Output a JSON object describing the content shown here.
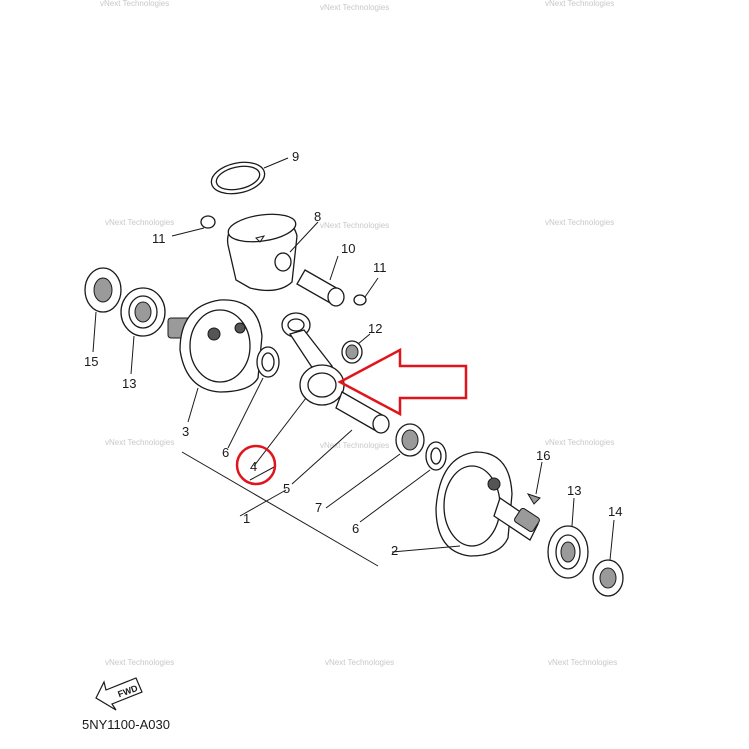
{
  "diagram": {
    "part_code": "5NY1100-A030",
    "fwd_label": "FWD",
    "watermark": "vNext Technologies",
    "highlight_color": "#e0151b",
    "callouts": {
      "p1": "1",
      "p2": "2",
      "p3": "3",
      "p4": "4",
      "p5": "5",
      "p6a": "6",
      "p6b": "6",
      "p7": "7",
      "p8": "8",
      "p9": "9",
      "p10": "10",
      "p11a": "11",
      "p11b": "11",
      "p12": "12",
      "p13a": "13",
      "p13b": "13",
      "p14": "14",
      "p15": "15",
      "p16": "16"
    }
  }
}
